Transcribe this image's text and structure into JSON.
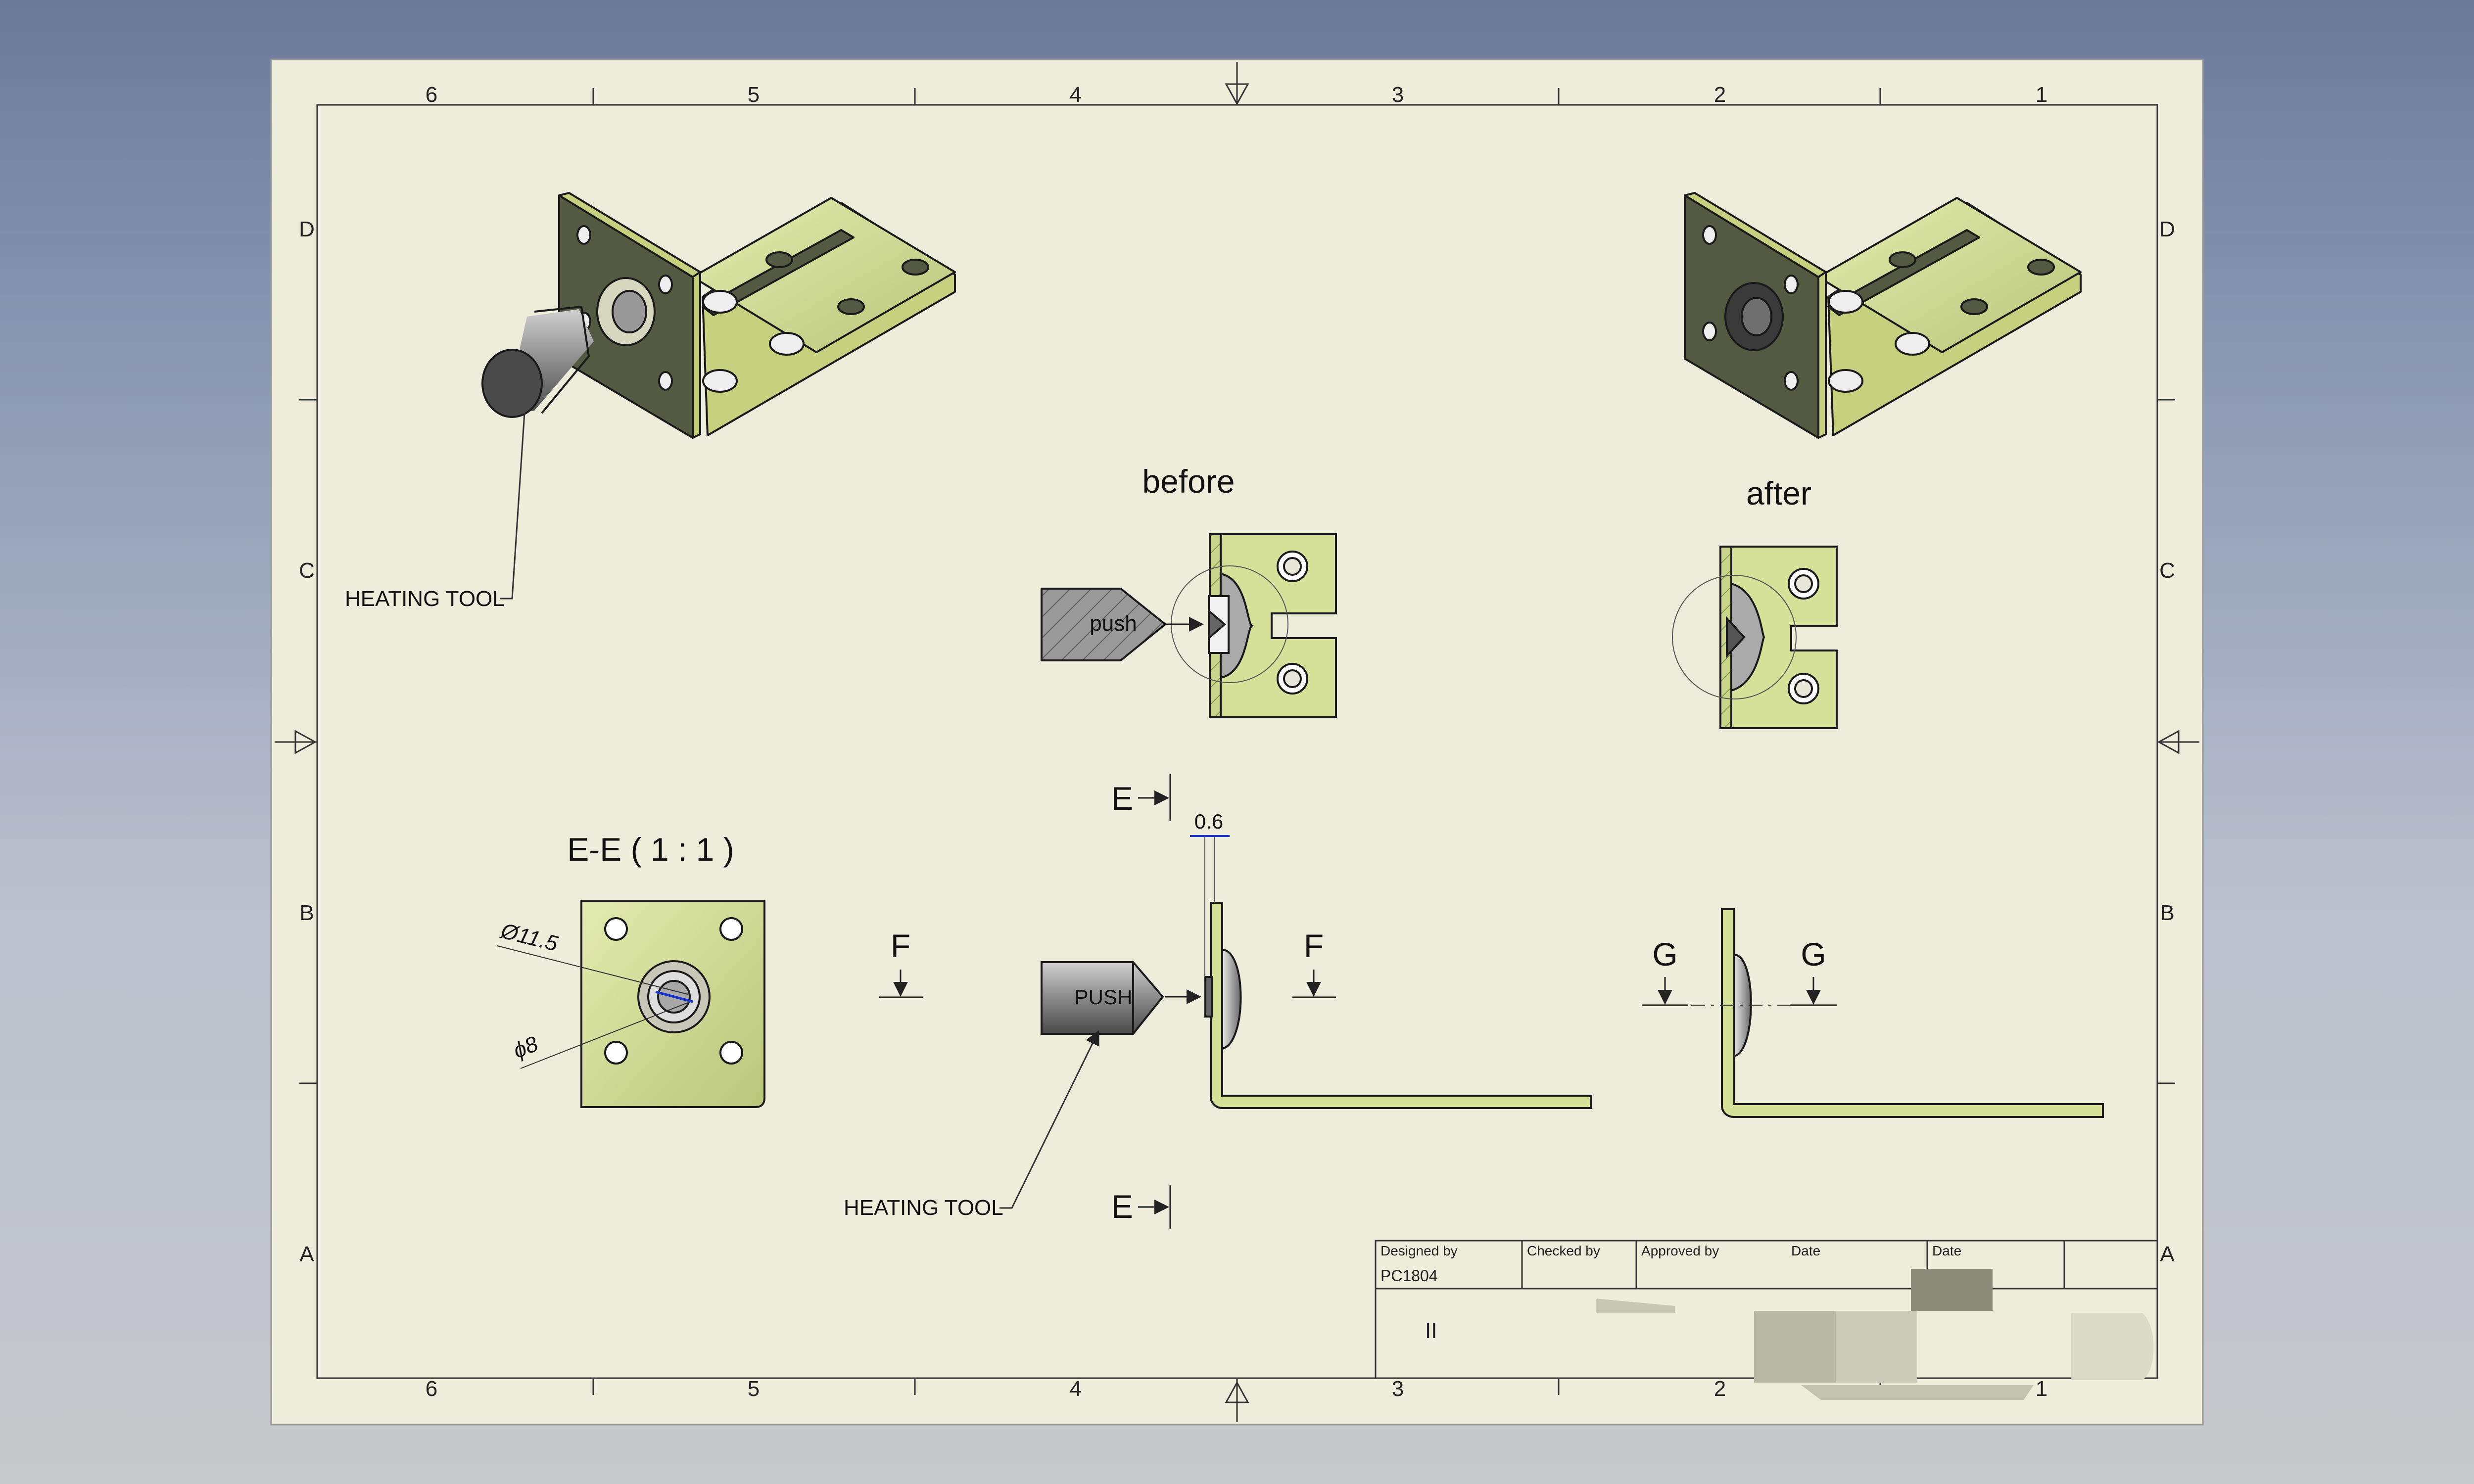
{
  "sheet": {
    "zone_columns": [
      "6",
      "5",
      "4",
      "3",
      "2",
      "1"
    ],
    "zone_rows": [
      "D",
      "C",
      "B",
      "A"
    ]
  },
  "labels": {
    "heating_tool": "HEATING TOOL",
    "before": "before",
    "after": "after",
    "push_lower": "push",
    "push_upper": "PUSH",
    "section_title": "E-E ( 1 : 1 )",
    "section_letter_e": "E",
    "section_letter_f": "F",
    "section_letter_g": "G"
  },
  "dimensions": {
    "gap": "0.6",
    "outer_dia": "Ø11.5",
    "inner_dia": "ϕ8"
  },
  "title_block": {
    "designed_by_label": "Designed by",
    "checked_by_label": "Checked by",
    "approved_by_label": "Approved by",
    "date_label": "Date",
    "date_label_2": "Date",
    "designer": "PC1804",
    "title_text": "II"
  },
  "colors": {
    "paper": "#eeecdb",
    "part_face": "#d6e29a",
    "part_dark": "#545a42",
    "steel": "#8c8c8c"
  }
}
